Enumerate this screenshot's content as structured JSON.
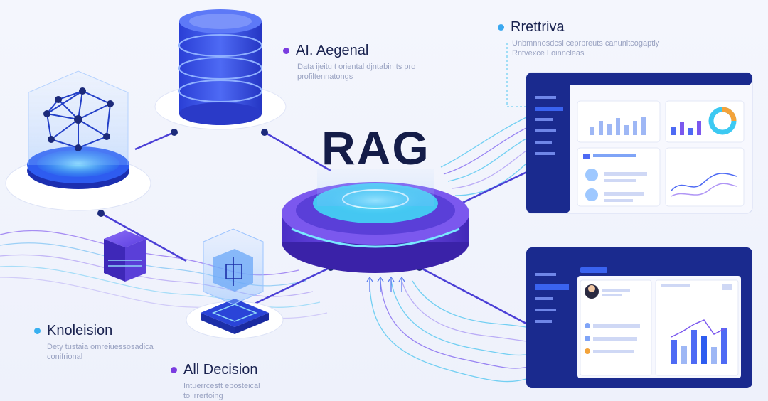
{
  "center": {
    "title": "RAG"
  },
  "labels": {
    "ai_agend": {
      "title": "AI. Aegenal",
      "dot_color": "#7a3ce0",
      "desc": [
        "Data ijeitu t oriental djntabin ts pro",
        "profiltennatongs"
      ]
    },
    "retrieval": {
      "title": "Rrettriva",
      "dot_color": "#3aa8f0",
      "desc": [
        "Unbmnnosdcsl ceprpreuts canunitcogaptly",
        "Rntvexce Loinncleas"
      ]
    },
    "knowledge": {
      "title": "Knoleision",
      "dot_color": "#38b0f0",
      "desc": [
        "Dety tustaia omreiuessosadica",
        "conifrional"
      ]
    },
    "decision": {
      "title": "All Decision",
      "dot_color": "#7a3ce0",
      "desc": [
        "Intuerrcestt eposteical",
        "to irrertoing"
      ]
    }
  },
  "colors": {
    "accent_purple": "#6a3fe6",
    "accent_blue": "#3a63f0",
    "accent_cyan": "#3cc9f2",
    "navy": "#1c2a7a"
  },
  "icons": [
    "database-icon",
    "knowledge-graph-icon",
    "cube-icon",
    "decision-cube-icon",
    "rag-platform-icon",
    "dashboard-icon"
  ]
}
